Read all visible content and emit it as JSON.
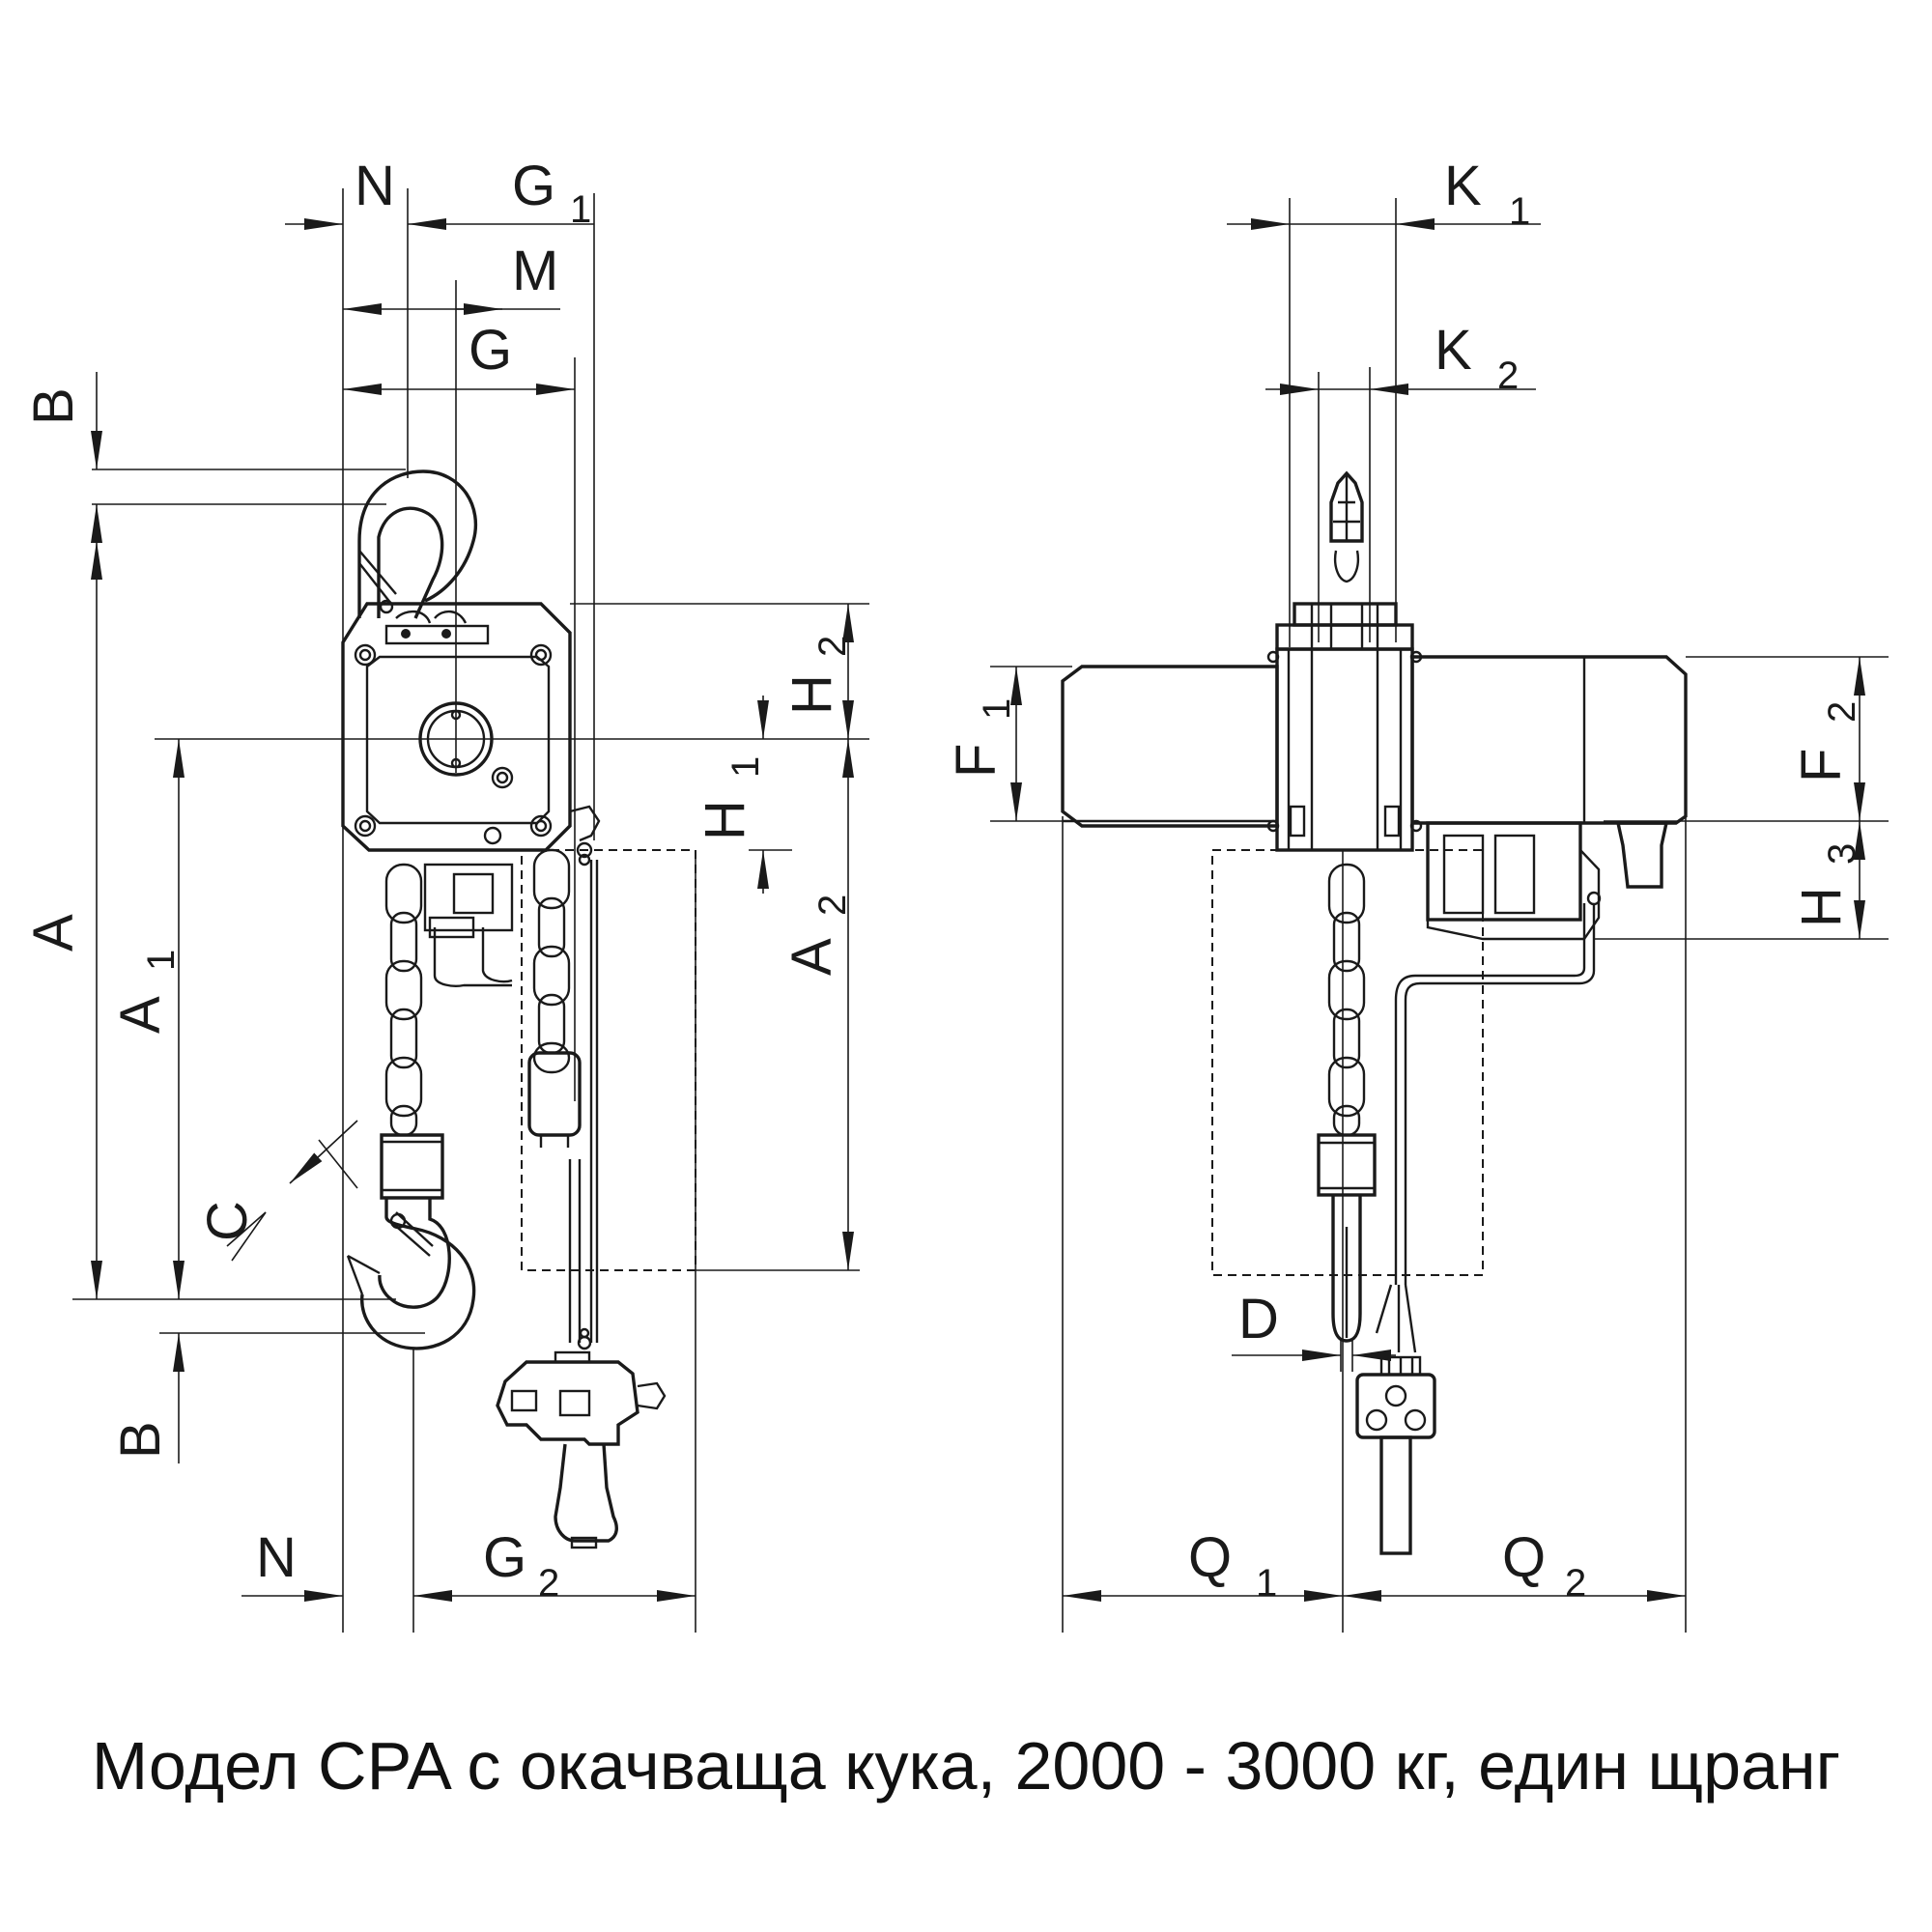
{
  "caption": "Модел CPA с окачваща кука, 2000 - 3000 кг, един щранг",
  "views": {
    "side": {
      "labels": {
        "N_top": "N",
        "G1": "G",
        "G1_sub": "1",
        "M": "M",
        "G": "G",
        "B_top": "B",
        "A": "A",
        "A1": "A",
        "A1_sub": "1",
        "C": "C",
        "B_bottom": "B",
        "H2": "H",
        "H2_sub": "2",
        "H1": "H",
        "H1_sub": "1",
        "A2": "A",
        "A2_sub": "2",
        "N_bottom": "N",
        "G2": "G",
        "G2_sub": "2"
      }
    },
    "front": {
      "labels": {
        "K1": "K",
        "K1_sub": "1",
        "K2": "K",
        "K2_sub": "2",
        "F1": "F",
        "F1_sub": "1",
        "F2": "F",
        "F2_sub": "2",
        "H3": "H",
        "H3_sub": "3",
        "D": "D",
        "Q1": "Q",
        "Q1_sub": "1",
        "Q2": "Q",
        "Q2_sub": "2"
      }
    }
  }
}
